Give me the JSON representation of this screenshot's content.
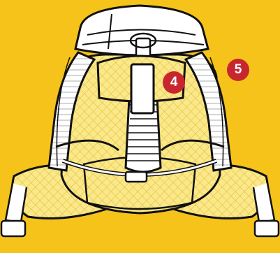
{
  "diagram": {
    "background_color": "#f6c31a",
    "badge_color": "#c8262e",
    "mesh_color": "#fbe88a",
    "outline_color": "#111111",
    "labels": [
      {
        "id": "callout-4",
        "text": "4"
      },
      {
        "id": "callout-5",
        "text": "5"
      }
    ]
  }
}
